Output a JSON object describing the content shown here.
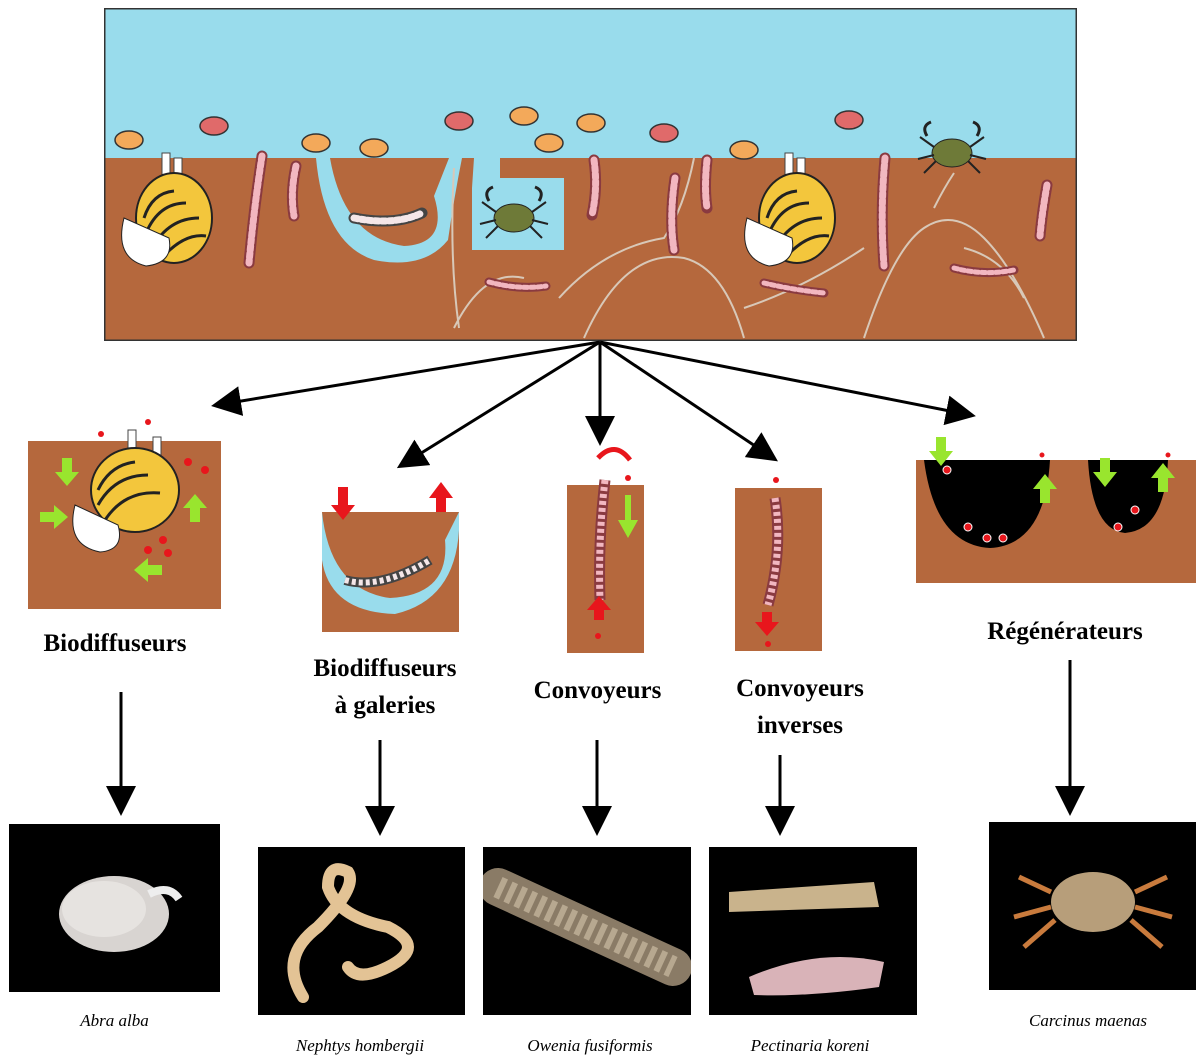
{
  "categories": [
    {
      "label_lines": [
        "Biodiffuseurs"
      ]
    },
    {
      "label_lines": [
        "Biodiffuseurs",
        "à galeries"
      ]
    },
    {
      "label_lines": [
        "Convoyeurs"
      ]
    },
    {
      "label_lines": [
        "Convoyeurs",
        "inverses"
      ]
    },
    {
      "label_lines": [
        "Régénérateurs"
      ]
    }
  ],
  "species": [
    "Abra alba",
    "Nephtys hombergii",
    "Owenia fusiformis",
    "Pectinaria koreni",
    "Carcinus maenas"
  ],
  "colors": {
    "water": "#99dcec",
    "sediment": "#b5683d",
    "black_burrow": "#000000",
    "arrow_green": "#99e52e",
    "arrow_red": "#e8161c",
    "worm": "#f2b7c0",
    "shell": "#f3c63c",
    "crab": "#6e7a38",
    "shrimp": "#f3a95a"
  },
  "icons": [
    "bivalve-icon",
    "shrimp-icon",
    "worm-icon",
    "crab-icon",
    "particle-icon"
  ]
}
